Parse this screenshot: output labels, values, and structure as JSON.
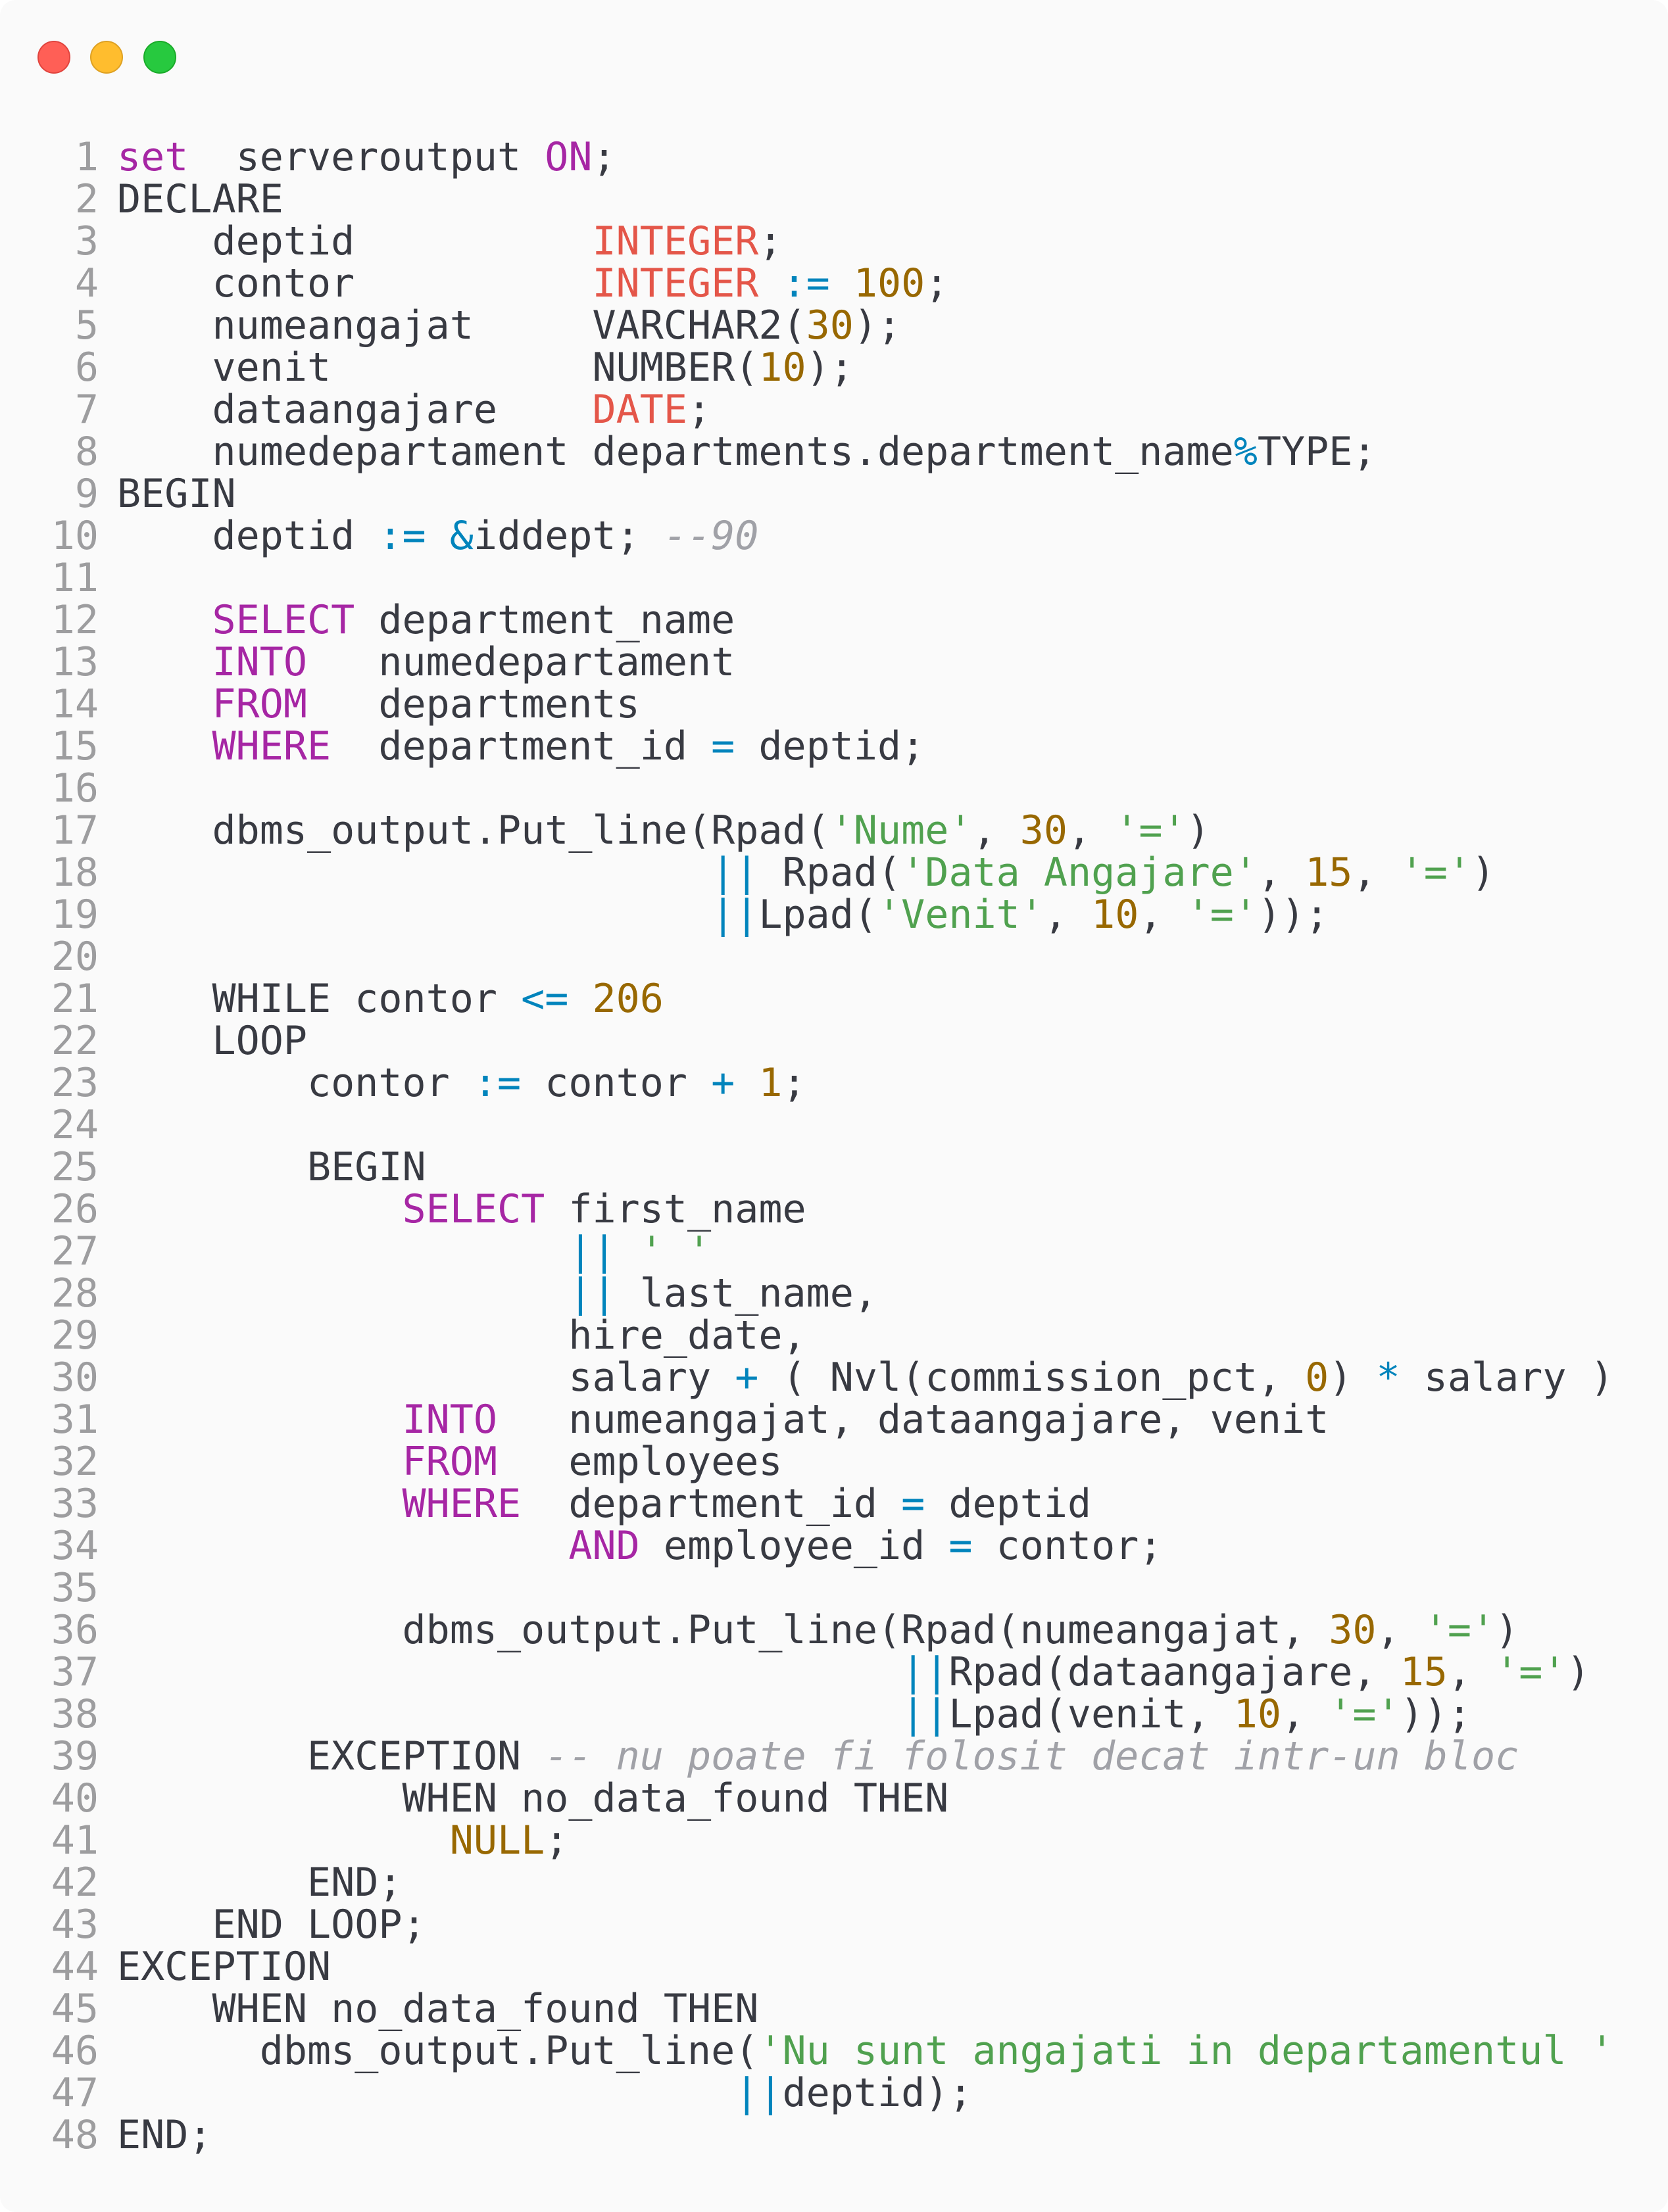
{
  "window": {
    "controls": [
      "close",
      "minimize",
      "maximize"
    ],
    "colors": {
      "background": "#fafafa",
      "keyword": "#a626a4",
      "type": "#e45649",
      "number": "#986801",
      "string": "#50a14f",
      "operator": "#0184bc",
      "comment": "#a0a1a7",
      "text": "#383a42",
      "line_number": "#9d9d9f"
    }
  },
  "editor": {
    "language": "PL/SQL",
    "lines": [
      [
        [
          "kw",
          "set"
        ],
        [
          "",
          "  serveroutput "
        ],
        [
          "kw",
          "ON"
        ],
        [
          "",
          ";"
        ]
      ],
      [
        [
          "",
          "DECLARE"
        ]
      ],
      [
        [
          "",
          "    deptid          "
        ],
        [
          "ty",
          "INTEGER"
        ],
        [
          "",
          ";"
        ]
      ],
      [
        [
          "",
          "    contor          "
        ],
        [
          "ty",
          "INTEGER"
        ],
        [
          "",
          " "
        ],
        [
          "op",
          ":="
        ],
        [
          "",
          " "
        ],
        [
          "num",
          "100"
        ],
        [
          "",
          ";"
        ]
      ],
      [
        [
          "",
          "    numeangajat     VARCHAR2("
        ],
        [
          "num",
          "30"
        ],
        [
          "",
          ");"
        ]
      ],
      [
        [
          "",
          "    venit           NUMBER("
        ],
        [
          "num",
          "10"
        ],
        [
          "",
          ");"
        ]
      ],
      [
        [
          "",
          "    dataangajare    "
        ],
        [
          "ty",
          "DATE"
        ],
        [
          "",
          ";"
        ]
      ],
      [
        [
          "",
          "    numedepartament departments.department_name"
        ],
        [
          "op",
          "%"
        ],
        [
          "",
          "TYPE;"
        ]
      ],
      [
        [
          "",
          "BEGIN"
        ]
      ],
      [
        [
          "",
          "    deptid "
        ],
        [
          "op",
          ":="
        ],
        [
          "",
          " "
        ],
        [
          "op",
          "&"
        ],
        [
          "",
          "iddept; "
        ],
        [
          "cm",
          "--90"
        ]
      ],
      [
        [
          "",
          ""
        ]
      ],
      [
        [
          "",
          "    "
        ],
        [
          "kw",
          "SELECT"
        ],
        [
          "",
          " department_name"
        ]
      ],
      [
        [
          "",
          "    "
        ],
        [
          "kw",
          "INTO"
        ],
        [
          "",
          "   numedepartament"
        ]
      ],
      [
        [
          "",
          "    "
        ],
        [
          "kw",
          "FROM"
        ],
        [
          "",
          "   departments"
        ]
      ],
      [
        [
          "",
          "    "
        ],
        [
          "kw",
          "WHERE"
        ],
        [
          "",
          "  department_id "
        ],
        [
          "op",
          "="
        ],
        [
          "",
          " deptid;"
        ]
      ],
      [
        [
          "",
          ""
        ]
      ],
      [
        [
          "",
          "    dbms_output.Put_line(Rpad("
        ],
        [
          "str",
          "'Nume'"
        ],
        [
          "",
          ", "
        ],
        [
          "num",
          "30"
        ],
        [
          "",
          ", "
        ],
        [
          "str",
          "'='"
        ],
        [
          "",
          ")"
        ]
      ],
      [
        [
          "",
          "                         "
        ],
        [
          "op",
          "||"
        ],
        [
          "",
          " Rpad("
        ],
        [
          "str",
          "'Data Angajare'"
        ],
        [
          "",
          ", "
        ],
        [
          "num",
          "15"
        ],
        [
          "",
          ", "
        ],
        [
          "str",
          "'='"
        ],
        [
          "",
          ")"
        ]
      ],
      [
        [
          "",
          "                         "
        ],
        [
          "op",
          "||"
        ],
        [
          "",
          "Lpad("
        ],
        [
          "str",
          "'Venit'"
        ],
        [
          "",
          ", "
        ],
        [
          "num",
          "10"
        ],
        [
          "",
          ", "
        ],
        [
          "str",
          "'='"
        ],
        [
          "",
          "));"
        ]
      ],
      [
        [
          "",
          ""
        ]
      ],
      [
        [
          "",
          "    WHILE contor "
        ],
        [
          "op",
          "<="
        ],
        [
          "",
          " "
        ],
        [
          "num",
          "206"
        ]
      ],
      [
        [
          "",
          "    LOOP"
        ]
      ],
      [
        [
          "",
          "        contor "
        ],
        [
          "op",
          ":="
        ],
        [
          "",
          " contor "
        ],
        [
          "op",
          "+"
        ],
        [
          "",
          " "
        ],
        [
          "num",
          "1"
        ],
        [
          "",
          ";"
        ]
      ],
      [
        [
          "",
          ""
        ]
      ],
      [
        [
          "",
          "        BEGIN"
        ]
      ],
      [
        [
          "",
          "            "
        ],
        [
          "kw",
          "SELECT"
        ],
        [
          "",
          " first_name"
        ]
      ],
      [
        [
          "",
          "                   "
        ],
        [
          "op",
          "||"
        ],
        [
          "",
          " "
        ],
        [
          "str",
          "' '"
        ]
      ],
      [
        [
          "",
          "                   "
        ],
        [
          "op",
          "||"
        ],
        [
          "",
          " last_name,"
        ]
      ],
      [
        [
          "",
          "                   hire_date,"
        ]
      ],
      [
        [
          "",
          "                   salary "
        ],
        [
          "op",
          "+"
        ],
        [
          "",
          " ( Nvl(commission_pct, "
        ],
        [
          "num",
          "0"
        ],
        [
          "",
          ") "
        ],
        [
          "op",
          "*"
        ],
        [
          "",
          " salary )"
        ]
      ],
      [
        [
          "",
          "            "
        ],
        [
          "kw",
          "INTO"
        ],
        [
          "",
          "   numeangajat, dataangajare, venit"
        ]
      ],
      [
        [
          "",
          "            "
        ],
        [
          "kw",
          "FROM"
        ],
        [
          "",
          "   employees"
        ]
      ],
      [
        [
          "",
          "            "
        ],
        [
          "kw",
          "WHERE"
        ],
        [
          "",
          "  department_id "
        ],
        [
          "op",
          "="
        ],
        [
          "",
          " deptid"
        ]
      ],
      [
        [
          "",
          "                   "
        ],
        [
          "kw",
          "AND"
        ],
        [
          "",
          " employee_id "
        ],
        [
          "op",
          "="
        ],
        [
          "",
          " contor;"
        ]
      ],
      [
        [
          "",
          ""
        ]
      ],
      [
        [
          "",
          "            dbms_output.Put_line(Rpad(numeangajat, "
        ],
        [
          "num",
          "30"
        ],
        [
          "",
          ", "
        ],
        [
          "str",
          "'='"
        ],
        [
          "",
          ")"
        ]
      ],
      [
        [
          "",
          "                                 "
        ],
        [
          "op",
          "||"
        ],
        [
          "",
          "Rpad(dataangajare, "
        ],
        [
          "num",
          "15"
        ],
        [
          "",
          ", "
        ],
        [
          "str",
          "'='"
        ],
        [
          "",
          ")"
        ]
      ],
      [
        [
          "",
          "                                 "
        ],
        [
          "op",
          "||"
        ],
        [
          "",
          "Lpad(venit, "
        ],
        [
          "num",
          "10"
        ],
        [
          "",
          ", "
        ],
        [
          "str",
          "'='"
        ],
        [
          "",
          "));"
        ]
      ],
      [
        [
          "",
          "        EXCEPTION "
        ],
        [
          "cm",
          "-- nu poate fi folosit decat intr-un bloc"
        ]
      ],
      [
        [
          "",
          "            WHEN no_data_found THEN"
        ]
      ],
      [
        [
          "",
          "              "
        ],
        [
          "num",
          "NULL"
        ],
        [
          "",
          ";"
        ]
      ],
      [
        [
          "",
          "        END;"
        ]
      ],
      [
        [
          "",
          "    END LOOP;"
        ]
      ],
      [
        [
          "",
          "EXCEPTION"
        ]
      ],
      [
        [
          "",
          "    WHEN no_data_found THEN"
        ]
      ],
      [
        [
          "",
          "      dbms_output.Put_line("
        ],
        [
          "str",
          "'Nu sunt angajati in departamentul '"
        ]
      ],
      [
        [
          "",
          "                          "
        ],
        [
          "op",
          "||"
        ],
        [
          "",
          "deptid);"
        ]
      ],
      [
        [
          "",
          "END;"
        ]
      ]
    ]
  }
}
